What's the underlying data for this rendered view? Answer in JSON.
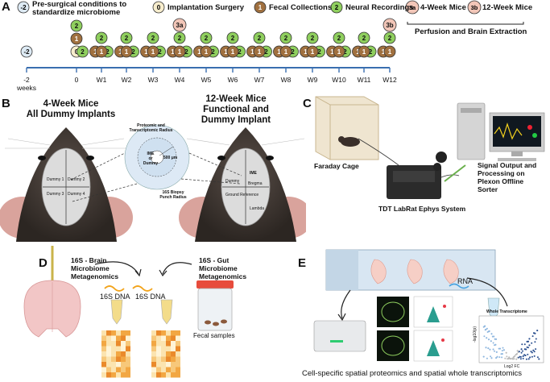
{
  "panels": {
    "a": "A",
    "b": "B",
    "c": "C",
    "d": "D",
    "e": "E"
  },
  "legend": {
    "items": [
      {
        "badge": "-2",
        "text": "Pre-surgical conditions to\nstandardize microbiome",
        "fill": "#ddeaf4"
      },
      {
        "badge": "0",
        "text": "Implantation Surgery",
        "fill": "#f7edcd"
      },
      {
        "badge": "1",
        "text": "Fecal Collections",
        "fill": "#a0703f"
      },
      {
        "badge": "2",
        "text": "Neural Recordings",
        "fill": "#8fcf5e"
      },
      {
        "badge": "3a",
        "text": "4-Week Mice",
        "fill": "#f2c6b8"
      },
      {
        "badge": "3b",
        "text": "12-Week Mice",
        "fill": "#f2c6b8"
      }
    ],
    "perfusion": "Perfusion and Brain Extraction"
  },
  "timeline": {
    "ticks": [
      "-2\nweeks",
      "0",
      "W1",
      "W2",
      "W3",
      "W4",
      "W5",
      "W6",
      "W7",
      "W8",
      "W9",
      "W10",
      "W11",
      "W12"
    ],
    "start_badge": "-2",
    "marker_3a": "3a",
    "marker_3b": "3b",
    "colors": {
      "neural": "#8fcf5e",
      "fecal": "#a0703f",
      "surgery": "#f7edcd",
      "pre": "#ddeaf4",
      "end": "#f2c6b8",
      "line": "#3a6fb0"
    }
  },
  "panel_b": {
    "left_title": "4-Week Mice\nAll Dummy Implants",
    "right_title": "12-Week Mice\nFunctional and\nDummy Implant",
    "left_labels": [
      "Dummy 1",
      "Dummy 2",
      "Dummy 3",
      "Dummy 4"
    ],
    "right_labels": [
      "Bregma",
      "IME",
      "Dummy",
      "Ground Reference",
      "Lambda"
    ],
    "zoom": {
      "proteomic": "Proteomic and\nTranscriptomic Radius",
      "center": "IME\nor\nDummy",
      "scale": "500 μm",
      "punch": "16S Biopsy\nPunch Radius"
    }
  },
  "panel_c": {
    "faraday": "Faraday Cage",
    "tdt": "TDT LabRat Ephys System",
    "signal": "Signal Output and\nProcessing on\nPlexon Offline\nSorter"
  },
  "panel_d": {
    "brain_title": "16S - Brain\nMicrobiome\nMetagenomics",
    "gut_title": "16S - Gut\nMicrobiome\nMetagenomics",
    "dna": "16S DNA",
    "fecal": "Fecal samples"
  },
  "panel_e": {
    "rna": "RNA",
    "whole": "Whole Transcriptome",
    "caption": "Cell-specific spatial proteomics and spatial whole transcriptomics",
    "axis_x": "Log2 FC",
    "axis_y": "-log10(p)"
  }
}
